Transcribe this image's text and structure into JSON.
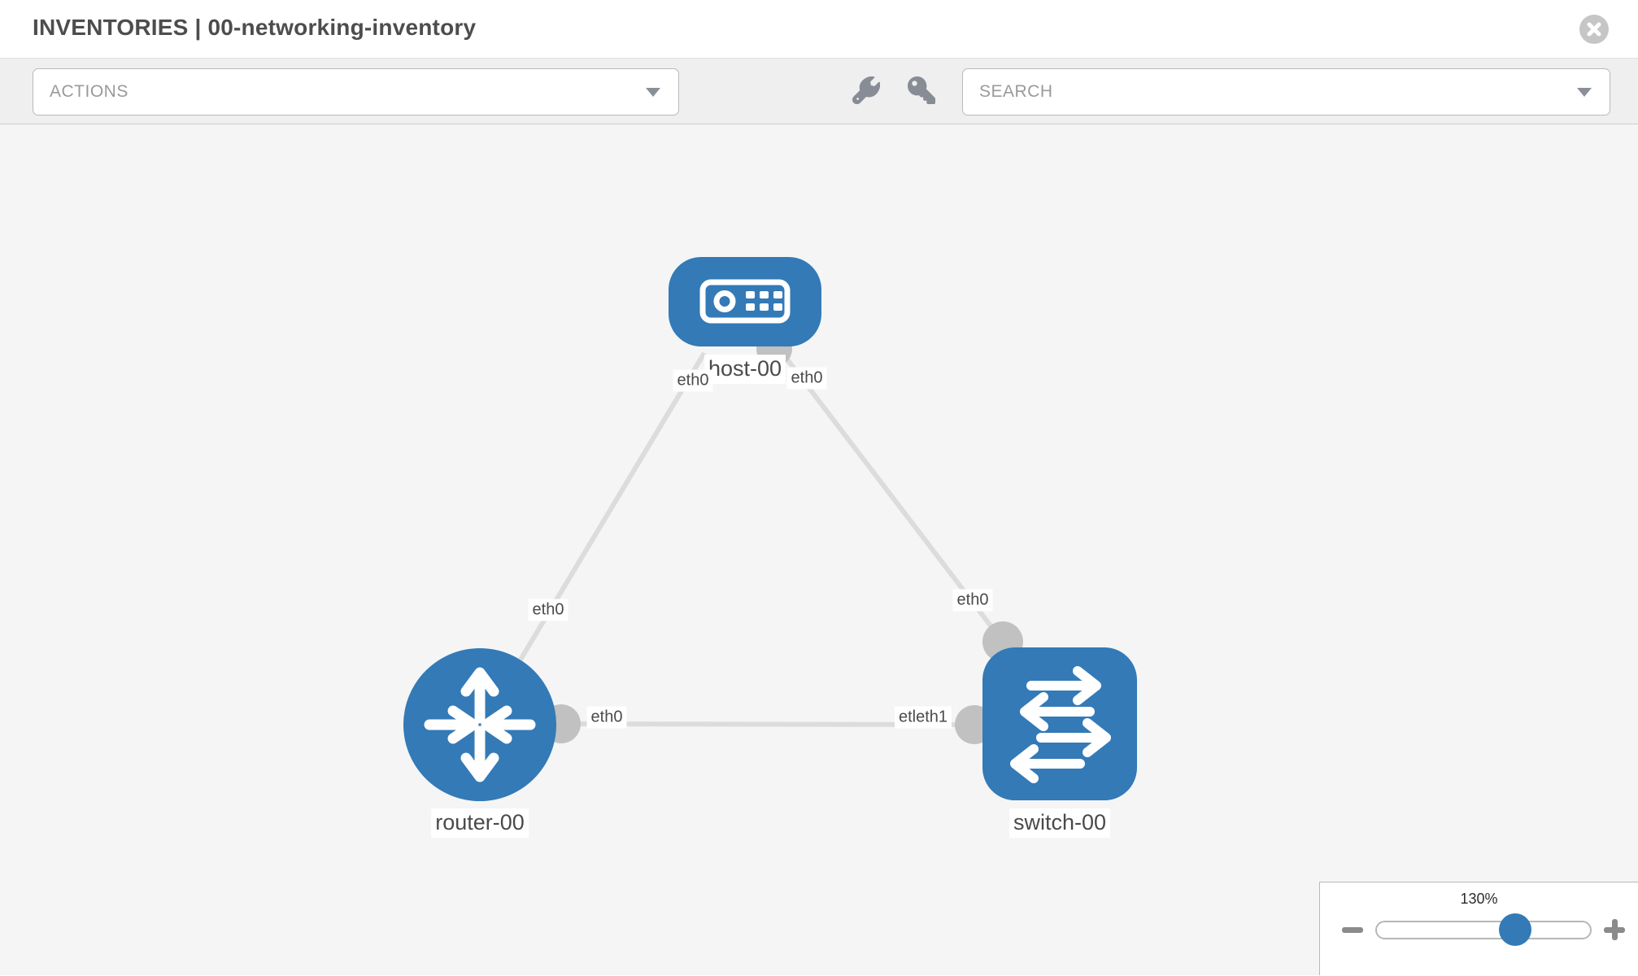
{
  "header": {
    "title": "INVENTORIES | 00-networking-inventory"
  },
  "toolbar": {
    "actions_label": "ACTIONS",
    "search_label": "SEARCH",
    "icons": [
      "wrench-icon",
      "key-icon"
    ]
  },
  "icons": {
    "close": "close-icon",
    "dropdown": "chevron-down-icon",
    "zoom": [
      "minus-icon",
      "plus-icon"
    ]
  },
  "colors": {
    "node_blue": "#337ab7",
    "link_gray": "#dcdcdc",
    "connector_gray": "#c1c1c1",
    "canvas_bg": "#f5f5f5",
    "toolbar_bg": "#efefef",
    "label_text": "#4a4a4a"
  },
  "topology": {
    "nodes": [
      {
        "id": "host-00",
        "type": "host",
        "label": "host-00"
      },
      {
        "id": "router-00",
        "type": "router",
        "label": "router-00"
      },
      {
        "id": "switch-00",
        "type": "switch",
        "label": "switch-00"
      }
    ],
    "links": [
      {
        "from": "host-00",
        "to": "router-00",
        "from_interface": "eth0",
        "to_interface": "eth0"
      },
      {
        "from": "host-00",
        "to": "switch-00",
        "from_interface": "eth0",
        "to_interface": "eth0"
      },
      {
        "from": "router-00",
        "to": "switch-00",
        "from_interface": "eth0",
        "to_interface": "etleth1"
      }
    ]
  },
  "zoom_control": {
    "level": "130%",
    "percent": 130
  }
}
